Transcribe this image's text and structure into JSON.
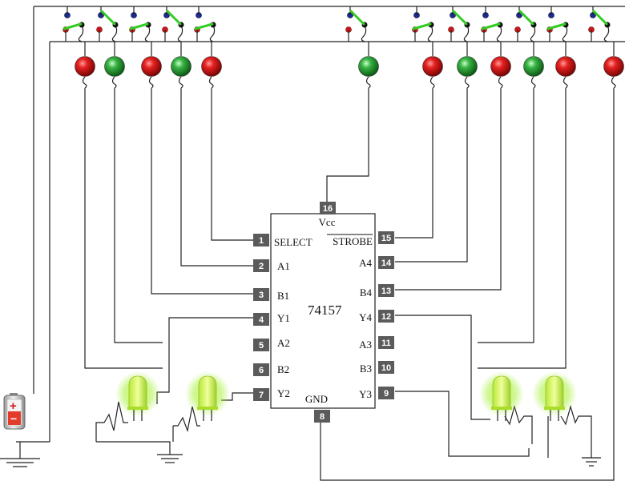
{
  "chip": {
    "name": "74157",
    "pins": [
      {
        "num": "1",
        "label": "SELECT"
      },
      {
        "num": "2",
        "label": "A1"
      },
      {
        "num": "3",
        "label": "B1"
      },
      {
        "num": "4",
        "label": "Y1"
      },
      {
        "num": "5",
        "label": "A2"
      },
      {
        "num": "6",
        "label": "B2"
      },
      {
        "num": "7",
        "label": "Y2"
      },
      {
        "num": "8",
        "label": "GND"
      },
      {
        "num": "9",
        "label": "Y3"
      },
      {
        "num": "10",
        "label": "B3"
      },
      {
        "num": "11",
        "label": "A3"
      },
      {
        "num": "12",
        "label": "Y4"
      },
      {
        "num": "13",
        "label": "B4"
      },
      {
        "num": "14",
        "label": "A4"
      },
      {
        "num": "15",
        "label": "STROBE"
      },
      {
        "num": "16",
        "label": "Vcc"
      }
    ]
  },
  "colors": {
    "lamp_on": "#2fae3a",
    "lamp_off": "#d01818",
    "led_glow": "#b8ff3a",
    "switch_lever": "#33cc22",
    "pin_box": "#5b5b5b"
  },
  "switches": [
    {
      "state": "down"
    },
    {
      "state": "up"
    },
    {
      "state": "down"
    },
    {
      "state": "up"
    },
    {
      "state": "down"
    },
    {
      "state": "up"
    },
    {
      "state": "down"
    },
    {
      "state": "up"
    },
    {
      "state": "down"
    },
    {
      "state": "up"
    },
    {
      "state": "down"
    },
    {
      "state": "up"
    }
  ],
  "lamps": [
    "off",
    "on",
    "off",
    "on",
    "off",
    "on",
    "off",
    "on",
    "off",
    "on",
    "off",
    "off"
  ],
  "leds": [
    {
      "state": "on"
    },
    {
      "state": "on"
    },
    {
      "state": "on"
    },
    {
      "state": "on"
    }
  ],
  "battery": {
    "positive_symbol": "+",
    "negative_symbol": "−"
  }
}
